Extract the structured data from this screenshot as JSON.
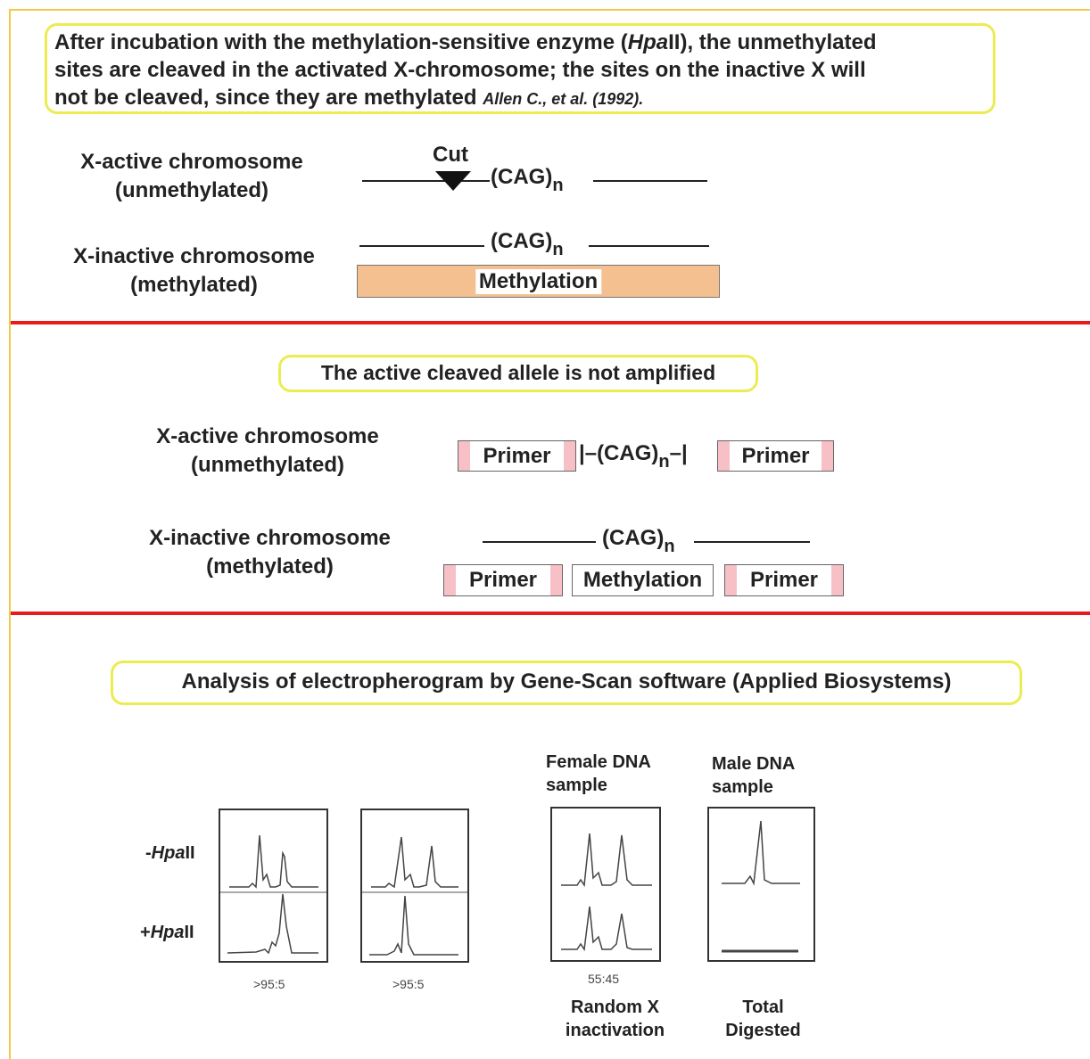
{
  "section1": {
    "callout": {
      "line1_prefix": "After incubation with the methylation-sensitive enzyme (",
      "line1_enzyme_italic": "Hpa",
      "line1_enzyme_roman": "II",
      "line1_suffix": "), the unmethylated",
      "line2": "sites are cleaved in the activated X-chromosome; the sites on the inactive X will",
      "line3": "not be cleaved, since they are methylated",
      "citation": "Allen C., et al. (1992)."
    },
    "active_label_1": "X-active chromosome",
    "active_label_2": "(unmethylated)",
    "cut_label": "Cut",
    "cag_label": "(CAG)",
    "cag_sub": "n",
    "inactive_label_1": "X-inactive chromosome",
    "inactive_label_2": "(methylated)",
    "methylation_label": "Methylation"
  },
  "section2": {
    "callout": "The active cleaved allele is not amplified",
    "active_label_1": "X-active chromosome",
    "active_label_2": "(unmethylated)",
    "inactive_label_1": "X-inactive chromosome",
    "inactive_label_2": "(methylated)",
    "primer_label": "Primer",
    "methylation_label": "Methylation",
    "cag_label": "(CAG)",
    "cag_sub": "n",
    "left_bracket": "|–",
    "right_bracket": "–|"
  },
  "section3": {
    "callout": "Analysis of electropherogram by Gene-Scan software (Applied Biosystems)",
    "row_minus_sign": "-",
    "row_plus_sign": "+",
    "row_enzyme_italic": "Hpa",
    "row_enzyme_roman": "II",
    "female_label_1": "Female DNA",
    "female_label_2": "sample",
    "male_label_1": "Male DNA",
    "male_label_2": "sample",
    "ratio_1": ">95:5",
    "ratio_2": ">95:5",
    "ratio_3": "55:45",
    "random_label_1": "Random X",
    "random_label_2": "inactivation",
    "total_label_1": "Total",
    "total_label_2": "Digested"
  }
}
